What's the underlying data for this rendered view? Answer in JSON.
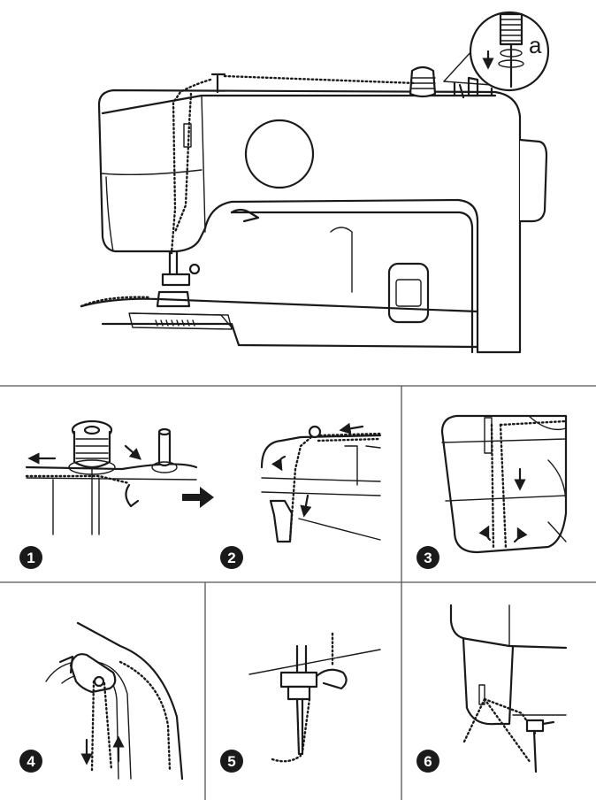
{
  "callout": {
    "label": "a"
  },
  "steps": [
    {
      "number": "1"
    },
    {
      "number": "2"
    },
    {
      "number": "3"
    },
    {
      "number": "4"
    },
    {
      "number": "5"
    },
    {
      "number": "6"
    }
  ]
}
